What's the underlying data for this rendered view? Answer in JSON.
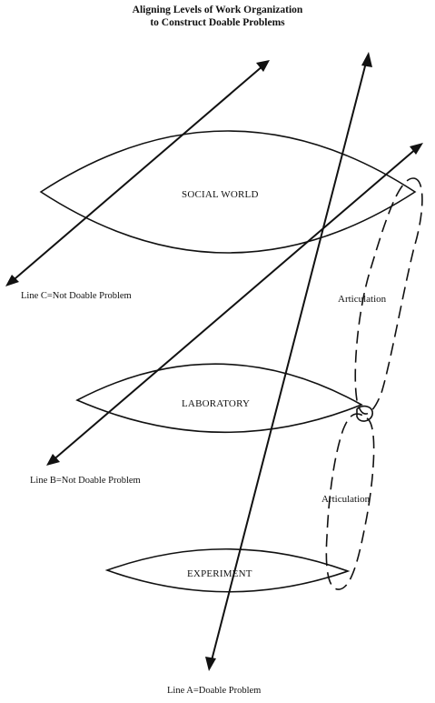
{
  "title": {
    "line1": "Aligning Levels of Work Organization",
    "line2": "to Construct Doable Problems"
  },
  "levels": {
    "social_world": "SOCIAL WORLD",
    "laboratory": "LABORATORY",
    "experiment": "EXPERIMENT"
  },
  "articulation": {
    "upper": "Articulation",
    "lower": "Articulation"
  },
  "lines": {
    "line_c": "Line C=Not Doable Problem",
    "line_b": "Line B=Not Doable Problem",
    "line_a": "Line A=Doable Problem"
  }
}
